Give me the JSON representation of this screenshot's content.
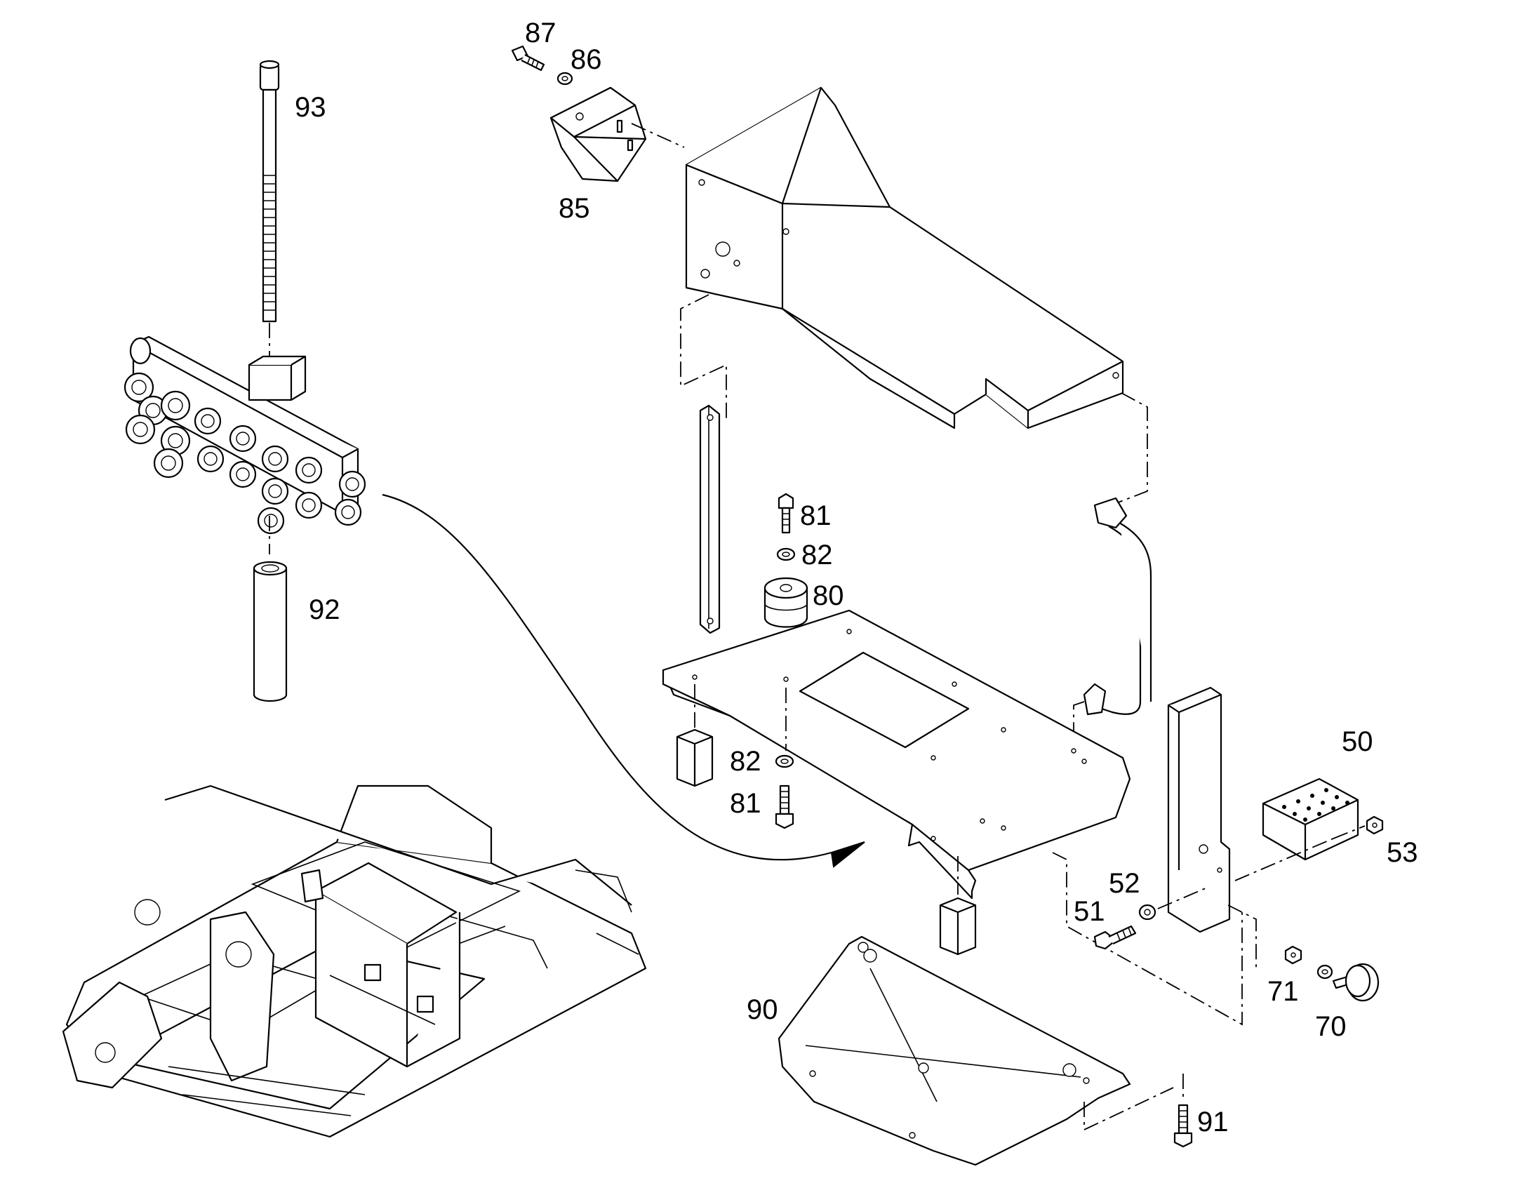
{
  "diagram": {
    "callouts": {
      "c87": "87",
      "c86": "86",
      "c85": "85",
      "c93": "93",
      "c92": "92",
      "c81a": "81",
      "c82a": "82",
      "c80": "80",
      "c82b": "82",
      "c81b": "81",
      "c50": "50",
      "c53": "53",
      "c52": "52",
      "c51": "51",
      "c71": "71",
      "c70": "70",
      "c90": "90",
      "c91": "91"
    },
    "colors": {
      "line": "#000000",
      "background": "#ffffff"
    }
  }
}
